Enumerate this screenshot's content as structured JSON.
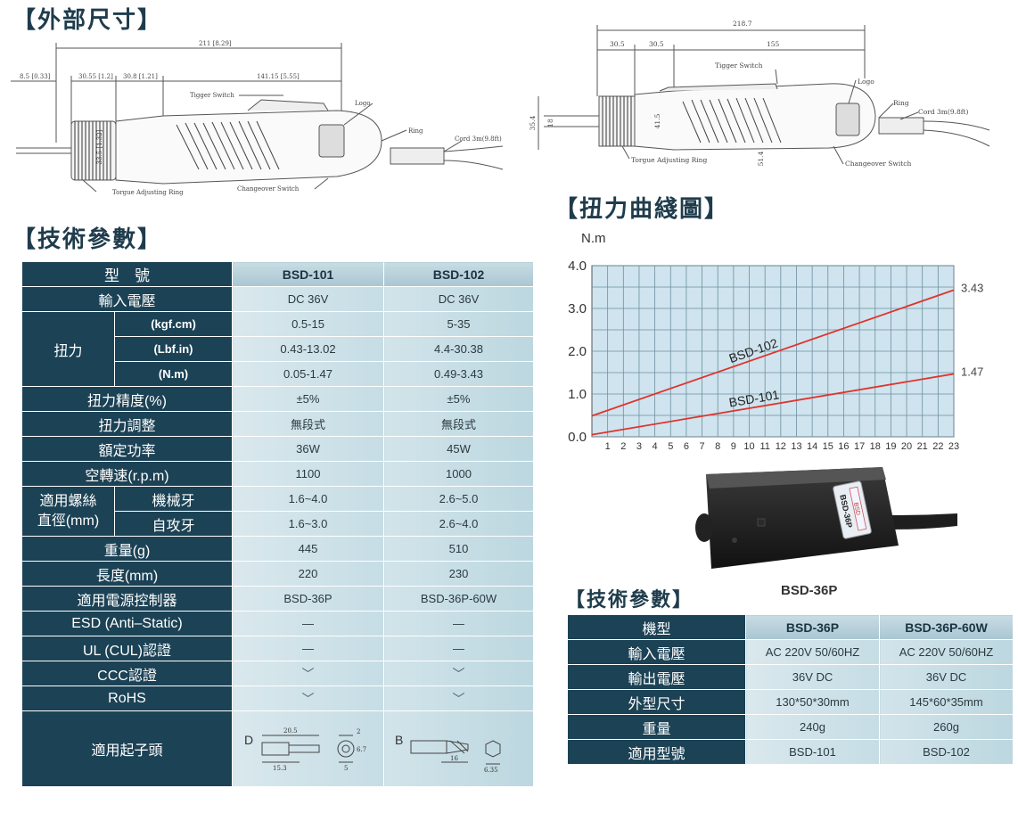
{
  "sections": {
    "dimensions_title": "【外部尺寸】",
    "spec_title": "【技術參數】",
    "curve_title": "【扭力曲綫圖】",
    "controller_spec_title": "【技術參數】"
  },
  "drawing_left": {
    "total": "211 [8.29]",
    "dim_a": "8.5 [0.33]",
    "dim_b": "30.55 [1.2]",
    "dim_c": "30.8 [1.21]",
    "dim_d": "141.15 [5.55]",
    "dia": "33.5 [1.32]",
    "trigger": "Tigger Switch",
    "logo": "Logo",
    "ring": "Ring",
    "cord": "Cord 3m(9.8ft)",
    "torque_ring": "Torgue Adjusting Ring",
    "changeover": "Changeover Switch"
  },
  "drawing_right": {
    "total": "218.7",
    "dim_a": "30.5",
    "dim_b": "30.5",
    "dim_c": "155",
    "h1": "35.4",
    "h2": "18",
    "h3": "41.5",
    "h4": "51.4",
    "trigger": "Tigger Switch",
    "logo": "Logo",
    "ring": "Ring",
    "cord": "Cord 3m(9.8ft)",
    "torque_ring": "Torgue Adjusting Ring",
    "changeover": "Changeover Switch"
  },
  "spec": {
    "header": {
      "label": "型　號",
      "m1": "BSD-101",
      "m2": "BSD-102"
    },
    "input_voltage": {
      "label": "輸入電壓",
      "m1": "DC 36V",
      "m2": "DC 36V"
    },
    "torque": {
      "label": "扭力",
      "kgf": {
        "unit": "(kgf.cm)",
        "m1": "0.5-15",
        "m2": "5-35"
      },
      "lbf": {
        "unit": "(Lbf.in)",
        "m1": "0.43-13.02",
        "m2": "4.4-30.38"
      },
      "nm": {
        "unit": "(N.m)",
        "m1": "0.05-1.47",
        "m2": "0.49-3.43"
      }
    },
    "accuracy": {
      "label": "扭力精度(%)",
      "m1": "±5%",
      "m2": "±5%"
    },
    "adjust": {
      "label": "扭力調整",
      "m1": "無段式",
      "m2": "無段式"
    },
    "power": {
      "label": "額定功率",
      "m1": "36W",
      "m2": "45W"
    },
    "speed": {
      "label": "空轉速(r.p.m)",
      "m1": "1100",
      "m2": "1000"
    },
    "screw": {
      "label_line1": "適用螺絲",
      "label_line2": "直徑(mm)",
      "machine": {
        "label": "機械牙",
        "m1": "1.6~4.0",
        "m2": "2.6~5.0"
      },
      "tapping": {
        "label": "自攻牙",
        "m1": "1.6~3.0",
        "m2": "2.6~4.0"
      }
    },
    "weight": {
      "label": "重量(g)",
      "m1": "445",
      "m2": "510"
    },
    "length": {
      "label": "長度(mm)",
      "m1": "220",
      "m2": "230"
    },
    "controller": {
      "label": "適用電源控制器",
      "m1": "BSD-36P",
      "m2": "BSD-36P-60W"
    },
    "esd": {
      "label": "ESD (Anti–Static)",
      "m1": "—",
      "m2": "—"
    },
    "ul": {
      "label": "UL (CUL)認證",
      "m1": "—",
      "m2": "—"
    },
    "ccc": {
      "label": "CCC認證",
      "m1": "﹀",
      "m2": "﹀"
    },
    "rohs": {
      "label": "RoHS",
      "m1": "﹀",
      "m2": "﹀"
    },
    "bit": {
      "label": "適用起子頭",
      "d": {
        "letter": "D",
        "len": "20.5",
        "shank": "15.3",
        "w1": "2",
        "w2": "5",
        "w3": "6.7"
      },
      "b": {
        "letter": "B",
        "len": "16",
        "hex": "6.35"
      }
    }
  },
  "chart_data": {
    "type": "line",
    "ylabel": "N.m",
    "xlabel": "",
    "title": "",
    "xlim": [
      0,
      23
    ],
    "ylim": [
      0,
      4
    ],
    "x_ticks": [
      1,
      2,
      3,
      4,
      5,
      6,
      7,
      8,
      9,
      10,
      11,
      12,
      13,
      14,
      15,
      16,
      17,
      18,
      19,
      20,
      21,
      22,
      23
    ],
    "y_ticks": [
      "0.0",
      "1.0",
      "2.0",
      "3.0",
      "4.0"
    ],
    "grid": true,
    "series": [
      {
        "name": "BSD-102",
        "x": [
          0,
          23
        ],
        "y": [
          0.49,
          3.43
        ],
        "end_label": "3.43"
      },
      {
        "name": "BSD-101",
        "x": [
          0,
          23
        ],
        "y": [
          0.05,
          1.47
        ],
        "end_label": "1.47"
      }
    ],
    "line_color": "#e0342c",
    "background": "#cfe4ee"
  },
  "controller_photo": {
    "caption": "BSD-36P",
    "badge": "BSD-36P",
    "badge_brand": "BSD"
  },
  "controller_spec": {
    "header": {
      "label": "機型",
      "c1": "BSD-36P",
      "c2": "BSD-36P-60W"
    },
    "rows": [
      {
        "label": "輸入電壓",
        "c1": "AC 220V 50/60HZ",
        "c2": "AC 220V 50/60HZ"
      },
      {
        "label": "輸出電壓",
        "c1": "36V DC",
        "c2": "36V DC"
      },
      {
        "label": "外型尺寸",
        "c1": "130*50*30mm",
        "c2": "145*60*35mm"
      },
      {
        "label": "重量",
        "c1": "240g",
        "c2": "260g"
      },
      {
        "label": "適用型號",
        "c1": "BSD-101",
        "c2": "BSD-102"
      }
    ]
  }
}
